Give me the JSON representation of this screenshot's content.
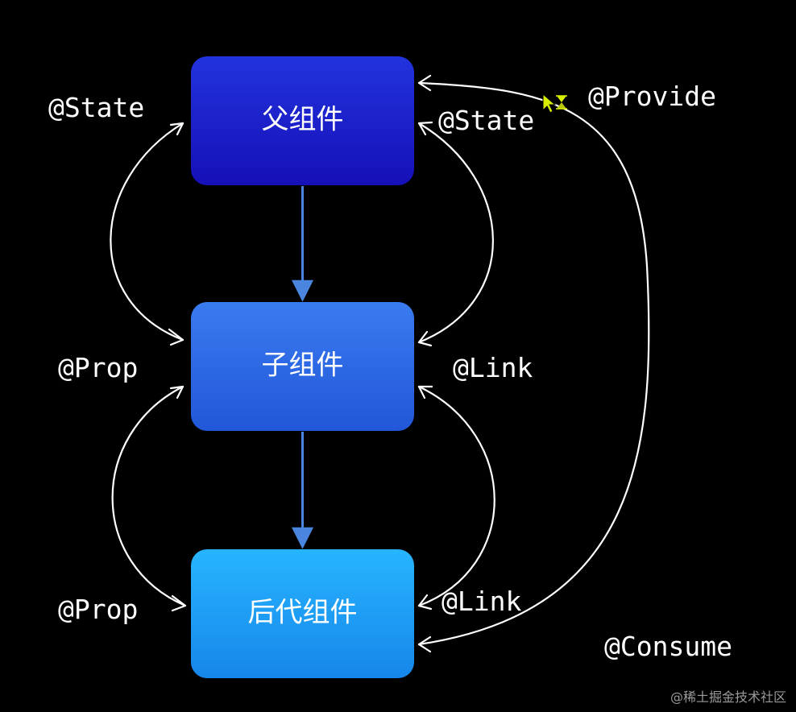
{
  "nodes": {
    "parent": {
      "label": "父组件"
    },
    "child": {
      "label": "子组件"
    },
    "descendant": {
      "label": "后代组件"
    }
  },
  "labels": {
    "state_left": "@State",
    "state_right": "@State",
    "provide": "@Provide",
    "prop_upper": "@Prop",
    "link_upper": "@Link",
    "prop_lower": "@Prop",
    "link_lower": "@Link",
    "consume": "@Consume"
  },
  "watermark": "@稀土掘金技术社区",
  "colors": {
    "background": "#000000",
    "parent_top": "#2233dd",
    "parent_bottom": "#1610b8",
    "child_top": "#3a7bf0",
    "child_bottom": "#2157d8",
    "descendant_top": "#27b5ff",
    "descendant_bottom": "#1686ea",
    "flow_arrow": "#4a86e0",
    "curve_arrow": "#ffffff",
    "cursor": "#d8f000"
  },
  "icons": [
    "mouse-cursor-icon",
    "hourglass-icon"
  ]
}
